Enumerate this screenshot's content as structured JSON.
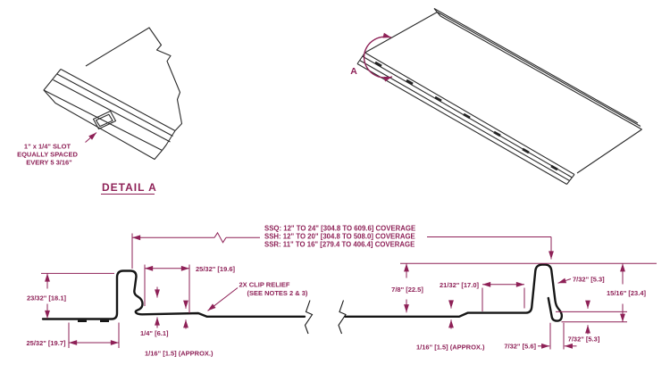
{
  "colors": {
    "annotation": "#8E2157",
    "drawing": "#161616"
  },
  "detail_view": {
    "callout": [
      "1\" x 1/4\" SLOT",
      "EQUALLY SPACED",
      "EVERY 5 3/16\""
    ],
    "title": "DETAIL  A"
  },
  "iso_view": {
    "marker": "A"
  },
  "profile": {
    "coverage": [
      "SSQ:  12\" TO 24\" [304.8 TO 609.6] COVERAGE",
      "SSH:  12\" TO 20\" [304.8 TO 508.0] COVERAGE",
      "SSR:  11\" TO 16\" [279.4 TO 406.4] COVERAGE"
    ],
    "clip_relief": [
      "2X CLIP RELIEF",
      "(SEE NOTES 2 & 3)"
    ],
    "dims": {
      "female_rib_height": "23/32\" [18.1]",
      "bottom_leg_width": "25/32\" [19.7]",
      "seam_offset_top": "25/32\" [19.6]",
      "hook_height": "1/4\" [6.1]",
      "material_left": "1/16\" [1.5] (APPROX.)",
      "male_rib_height": "7/8\" [22.5]",
      "rib_base_width": "21/32\" [17.0]",
      "material_right": "1/16\" [1.5] (APPROX.)",
      "hook_width": "7/32\" [5.6]",
      "hook_offset": "7/32\" [5.3]",
      "hook_drop": "7/32\" [5.3]",
      "overall_height": "15/16\" [23.4]"
    }
  }
}
